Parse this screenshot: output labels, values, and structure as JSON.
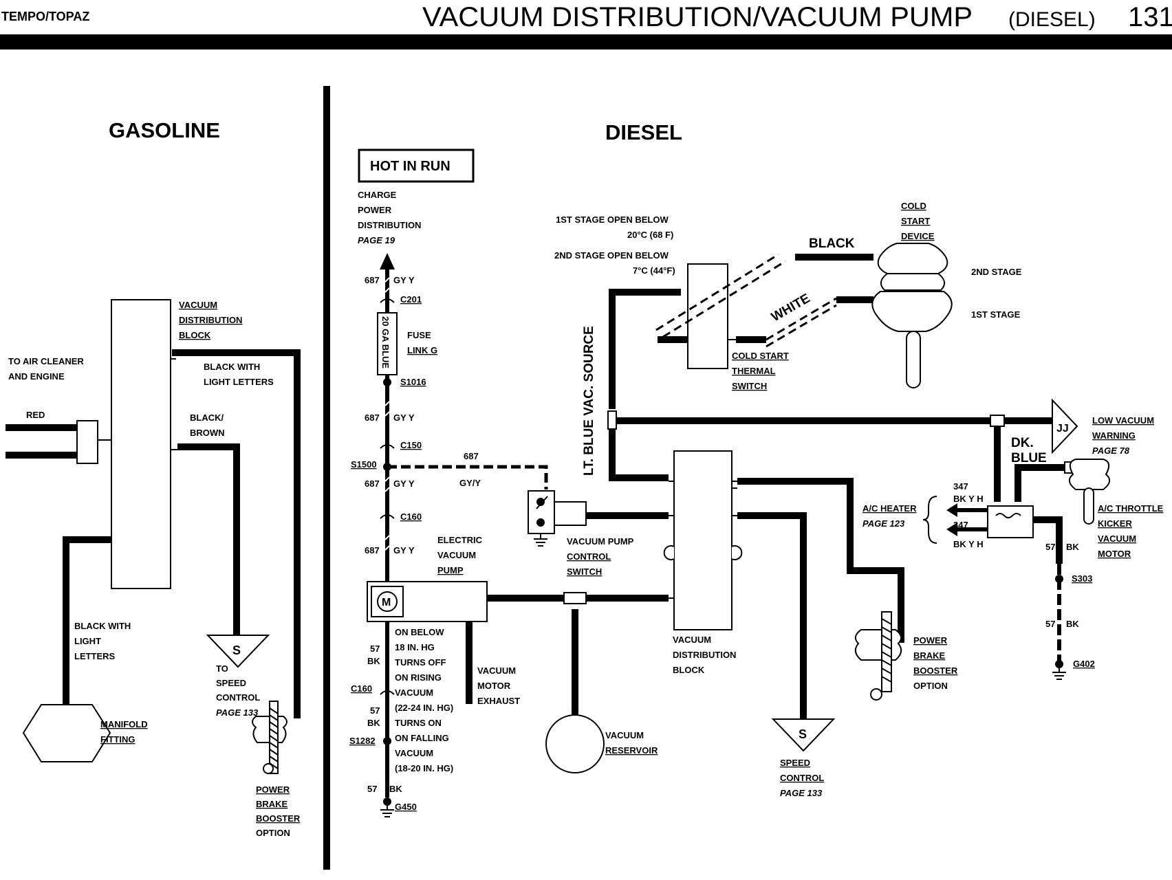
{
  "header": {
    "model": "TEMPO/TOPAZ",
    "title_main": "VACUUM DISTRIBUTION/VACUUM PUMP",
    "title_sub": "(DIESEL)",
    "page_number": "131"
  },
  "gasoline": {
    "heading": "GASOLINE",
    "to_air_cleaner": [
      "TO AIR CLEANER",
      "AND ENGINE"
    ],
    "red": "RED",
    "block_label": [
      "VACUUM",
      "DISTRIBUTION",
      "BLOCK"
    ],
    "black_light_letters_1": [
      "BLACK WITH",
      "LIGHT LETTERS"
    ],
    "black_brown": [
      "BLACK/",
      "BROWN"
    ],
    "black_light_letters_2": [
      "BLACK WITH",
      "LIGHT",
      "LETTERS"
    ],
    "manifold": [
      "MANIFOLD",
      "FITTING"
    ],
    "s_symbol": "S",
    "to_speed_control": [
      "TO",
      "SPEED",
      "CONTROL",
      "PAGE 133"
    ],
    "power_brake": [
      "POWER",
      "BRAKE",
      "BOOSTER",
      "OPTION"
    ]
  },
  "diesel": {
    "heading": "DIESEL",
    "hot_in_run": "HOT IN RUN",
    "charge_power": [
      "CHARGE",
      "POWER",
      "DISTRIBUTION",
      "PAGE 19"
    ],
    "wire_687": "687",
    "wire_gy_y": "GY Y",
    "wire_gy_slash_y": "GY/Y",
    "c201": "C201",
    "fuse_wire": "20 GA BLUE",
    "fuse_link": [
      "FUSE",
      "LINK G"
    ],
    "s1016": "S1016",
    "c150": "C150",
    "s1500": "S1500",
    "c160": "C160",
    "electric_pump": [
      "ELECTRIC",
      "VACUUM",
      "PUMP"
    ],
    "motor_symbol": "M",
    "pump_notes": [
      "ON BELOW",
      "18 IN. HG",
      "TURNS OFF",
      "ON RISING",
      "VACUUM",
      "(22-24 IN. HG)",
      "TURNS ON",
      "ON FALLING",
      "VACUUM",
      "(18-20 IN. HG)"
    ],
    "wire_57": "57",
    "wire_bk": "BK",
    "s1282": "S1282",
    "g450": "G450",
    "motor_exhaust": [
      "VACUUM",
      "MOTOR",
      "EXHAUST"
    ],
    "pump_control_switch": [
      "VACUUM PUMP",
      "CONTROL",
      "SWITCH"
    ],
    "vacuum_reservoir": [
      "VACUUM",
      "RESERVOIR"
    ],
    "distribution_block": [
      "VACUUM",
      "DISTRIBUTION",
      "BLOCK"
    ],
    "lt_blue_source": "LT. BLUE VAC. SOURCE",
    "first_stage_open": [
      "1ST STAGE OPEN BELOW",
      "20°C (68 F)"
    ],
    "second_stage_open": [
      "2ND STAGE OPEN BELOW",
      "7°C (44°F)"
    ],
    "black": "BLACK",
    "white": "WHITE",
    "cold_start_device": [
      "COLD",
      "START",
      "DEVICE"
    ],
    "second_stage": "2ND STAGE",
    "first_stage": "1ST STAGE",
    "cold_start_switch": [
      "COLD START",
      "THERMAL",
      "SWITCH"
    ],
    "low_vacuum": [
      "LOW VACUUM",
      "WARNING",
      "PAGE 78"
    ],
    "jj": "JJ",
    "dk_blue": [
      "DK.",
      "BLUE"
    ],
    "wire_347": "347",
    "wire_bk_y_h": "BK Y H",
    "ac_heater": [
      "A/C HEATER",
      "PAGE 123"
    ],
    "ac_throttle": [
      "A/C THROTTLE",
      "KICKER",
      "VACUUM",
      "MOTOR"
    ],
    "s303": "S303",
    "g402": "G402",
    "power_brake": [
      "POWER",
      "BRAKE",
      "BOOSTER",
      "OPTION"
    ],
    "speed_control": [
      "SPEED",
      "CONTROL",
      "PAGE 133"
    ]
  }
}
